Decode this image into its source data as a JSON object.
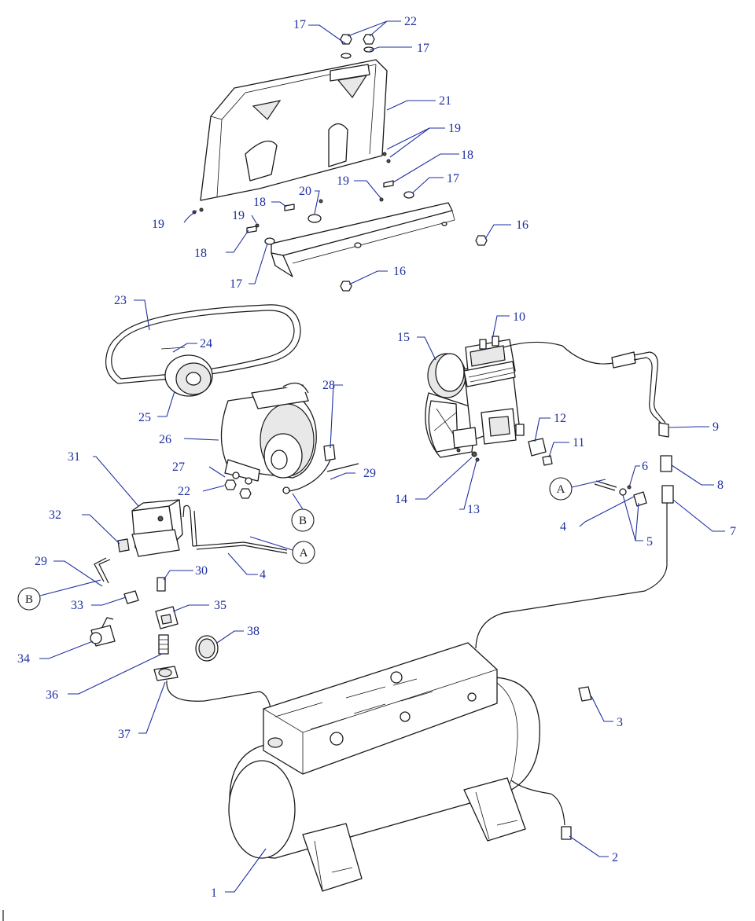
{
  "callouts": {
    "c1": "1",
    "c2": "2",
    "c3": "3",
    "c4a": "4",
    "c4b": "4",
    "c5": "5",
    "c6": "6",
    "c7": "7",
    "c8": "8",
    "c9": "9",
    "c10": "10",
    "c11": "11",
    "c12": "12",
    "c13": "13",
    "c14": "14",
    "c15": "15",
    "c16a": "16",
    "c16b": "16",
    "c17a": "17",
    "c17b": "17",
    "c17c": "17",
    "c17d": "17",
    "c18a": "18",
    "c18b": "18",
    "c18c": "18",
    "c19a": "19",
    "c19b": "19",
    "c19c": "19",
    "c19d": "19",
    "c20": "20",
    "c21": "21",
    "c22a": "22",
    "c22b": "22",
    "c23": "23",
    "c24": "24",
    "c25": "25",
    "c26": "26",
    "c27": "27",
    "c28": "28",
    "c29a": "29",
    "c29b": "29",
    "c30": "30",
    "c31": "31",
    "c32": "32",
    "c33": "33",
    "c34": "34",
    "c35": "35",
    "c36": "36",
    "c37": "37",
    "c38": "38"
  },
  "connectors": {
    "a1": "A",
    "a2": "A",
    "b1": "B",
    "b2": "B"
  },
  "colors": {
    "callout": "#1f2fa0",
    "line": "#1a1a1a"
  }
}
